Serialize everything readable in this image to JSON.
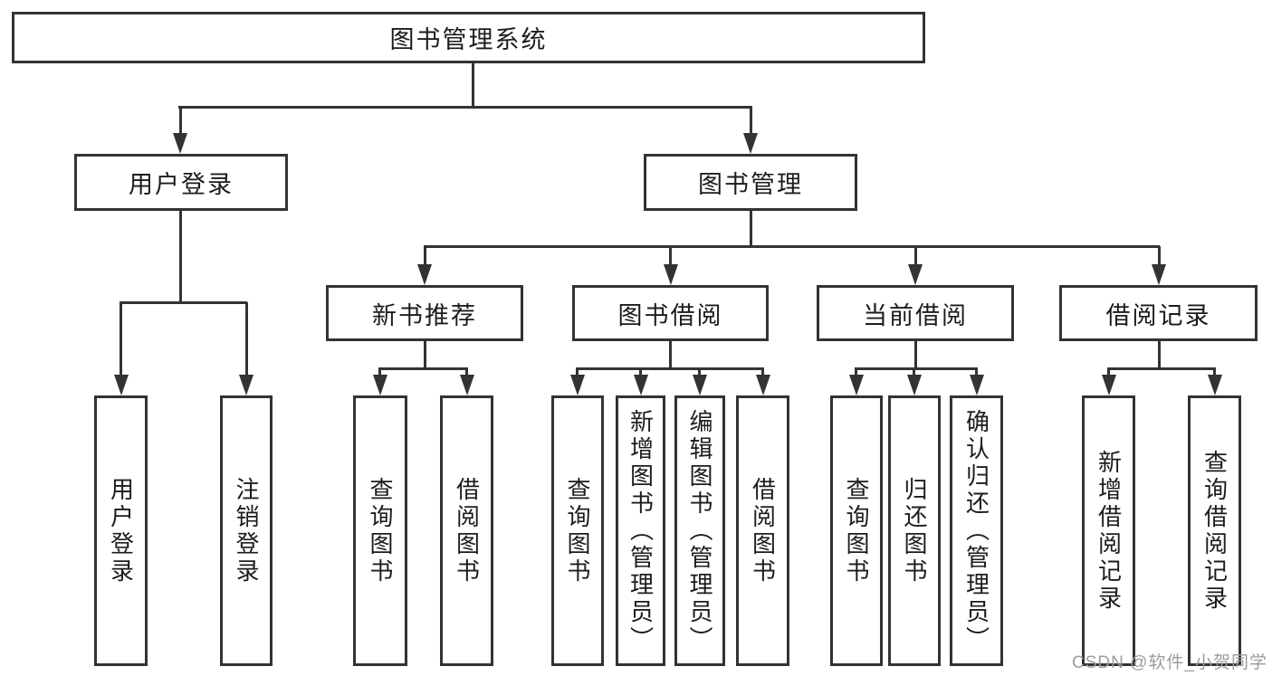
{
  "tree": {
    "label": "图书管理系统",
    "children": [
      {
        "label": "用户登录",
        "children": [
          {
            "label": "用户登录"
          },
          {
            "label": "注销登录"
          }
        ]
      },
      {
        "label": "图书管理",
        "children": [
          {
            "label": "新书推荐",
            "children": [
              {
                "label": "查询图书"
              },
              {
                "label": "借阅图书"
              }
            ]
          },
          {
            "label": "图书借阅",
            "children": [
              {
                "label": "查询图书"
              },
              {
                "label": "新增图书（管理员）"
              },
              {
                "label": "编辑图书（管理员）"
              },
              {
                "label": "借阅图书"
              }
            ]
          },
          {
            "label": "当前借阅",
            "children": [
              {
                "label": "查询图书"
              },
              {
                "label": "归还图书"
              },
              {
                "label": "确认归还（管理员）"
              }
            ]
          },
          {
            "label": "借阅记录",
            "children": [
              {
                "label": "新增借阅记录"
              },
              {
                "label": "查询借阅记录"
              }
            ]
          }
        ]
      }
    ]
  },
  "watermark": {
    "text": "CSDN @软件_小贺同学"
  },
  "colors": {
    "line": "#333333",
    "text": "#1c1c1c",
    "background": "#ffffff",
    "watermark": "#9c9c9c"
  }
}
